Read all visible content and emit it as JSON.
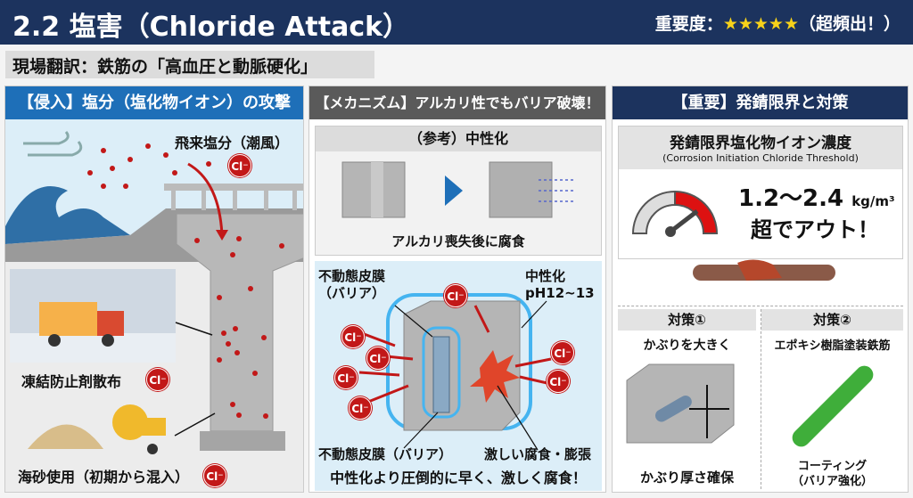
{
  "header": {
    "title": "2.2 塩害（Chloride Attack）",
    "importance_label": "重要度：",
    "stars": "★★★★★",
    "importance_note": "（超頻出！）",
    "stars_value": 5
  },
  "subtitle": "現場翻訳：鉄筋の「高血圧と動脈硬化」",
  "cl_label": "Cl⁻",
  "panel_left": {
    "title": "【侵入】塩分（塩化物イオン）の攻撃",
    "airborne": "飛来塩分（潮風）",
    "deicing": "凍結防止剤散布",
    "sea_sand": "海砂使用（初期から混入）"
  },
  "panel_mid": {
    "title": "【メカニズム】アルカリ性でもバリア破壊！",
    "ref_title": "（参考）中性化",
    "ref_caption": "アルカリ喪失後に腐食",
    "passive_film_top": "不動態皮膜",
    "passive_film_top2": "（バリア）",
    "neutral": "中性化",
    "ph": "pH12~13",
    "passive_film_bottom": "不動態皮膜（バリア）",
    "corrosion": "激しい腐食・膨張",
    "conclusion": "中性化より圧倒的に早く、激しく腐食！"
  },
  "panel_right": {
    "title": "【重要】発錆限界と対策",
    "threshold_title": "発錆限界塩化物イオン濃度",
    "threshold_en": "(Corrosion Initiation Chloride Threshold)",
    "value": "1.2～2.4",
    "unit": "kg/m³",
    "out": "超でアウト！",
    "measure1_title": "対策①",
    "measure1_desc": "かぶりを大きく",
    "measure1_caption": "かぶり厚さ確保",
    "measure2_title": "対策②",
    "measure2_desc": "エポキシ樹脂塗装鉄筋",
    "measure2_caption1": "コーティング",
    "measure2_caption2": "（バリア強化）"
  },
  "colors": {
    "navy": "#1c335e",
    "blue": "#1e6fb8",
    "gray": "#5a5a5a",
    "red": "#c21818",
    "star": "#f7d21a"
  }
}
